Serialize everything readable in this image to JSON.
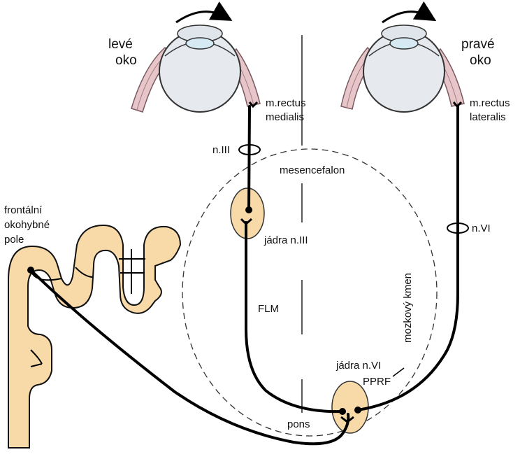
{
  "eyes": {
    "left": {
      "line1": "levé",
      "line2": "oko"
    },
    "right": {
      "line1": "pravé",
      "line2": "oko"
    }
  },
  "muscles": {
    "medial": {
      "line1": "m.rectus",
      "line2": "medialis"
    },
    "lateral": {
      "line1": "m.rectus",
      "line2": "lateralis"
    }
  },
  "nerves": {
    "n3": "n.III",
    "n6": "n.VI"
  },
  "regions": {
    "mesencephalon": "mesencefalon",
    "brainstem": "mozkový kmen",
    "pons": "pons"
  },
  "nuclei": {
    "n3": "jádra n.III",
    "n6": "jádra n.VI",
    "pprf": "PPRF"
  },
  "tracts": {
    "flm": "FLM"
  },
  "cortex": {
    "line1": "frontální",
    "line2": "okohybné",
    "line3": "pole"
  },
  "colors": {
    "nucleus_fill": "#f8d9a8",
    "muscle_fill": "#e7c6c9",
    "muscle_stroke": "#7a5a60",
    "eye_fill": "#e6e9ee",
    "lens_fill": "#d6eaf3",
    "cortex_fill": "#f8d9a8",
    "line": "#000000"
  }
}
